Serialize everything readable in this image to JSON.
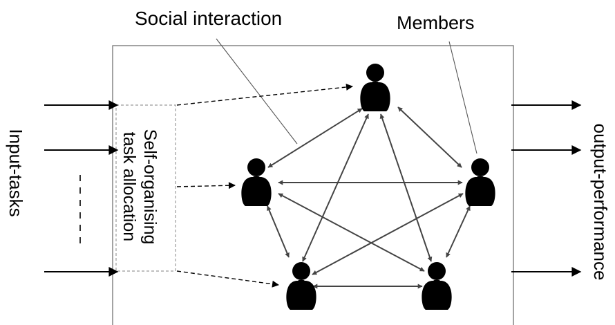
{
  "labels": {
    "social_interaction": "Social interaction",
    "members": "Members",
    "self_organising": "Self-organising",
    "task_allocation": "task allocation",
    "input_tasks": "Input-tasks",
    "output_performance": "output-performance"
  },
  "nodes": [
    "member-top",
    "member-left",
    "member-right",
    "member-bottom-left",
    "member-bottom-right"
  ],
  "edges": [
    [
      "member-top",
      "member-left"
    ],
    [
      "member-top",
      "member-right"
    ],
    [
      "member-top",
      "member-bottom-left"
    ],
    [
      "member-top",
      "member-bottom-right"
    ],
    [
      "member-left",
      "member-right"
    ],
    [
      "member-left",
      "member-bottom-left"
    ],
    [
      "member-left",
      "member-bottom-right"
    ],
    [
      "member-right",
      "member-bottom-left"
    ],
    [
      "member-right",
      "member-bottom-right"
    ],
    [
      "member-bottom-left",
      "member-bottom-right"
    ]
  ]
}
